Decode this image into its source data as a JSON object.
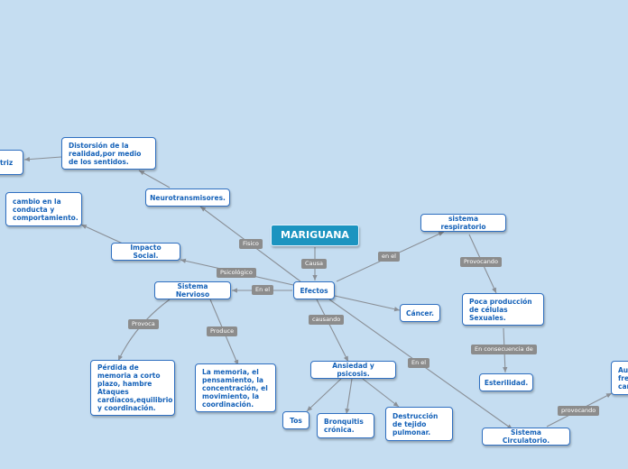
{
  "nodes": {
    "root": "MARIGUANA",
    "efectos": "Efectos",
    "neurotransmisores": "Neurotransmisores.",
    "distorsion": "Distorsión de la realidad,por medio de los sentidos.",
    "edge_left": "triz",
    "cambio": "cambio en la conducta y comportamiento.",
    "impacto": "Impacto Social.",
    "sistema_nervioso": "Sistema Nervioso",
    "perdida": "Pérdida de memoria a corto plazo, hambre Ataques cardíacos,equilibrio y coordinación.",
    "memoria": "La memoria, el pensamiento, la concentración, el movimiento, la coordinación.",
    "ansiedad": "Ansiedad y psicosis.",
    "tos": "Tos",
    "bronquitis": "Bronquitis crónica.",
    "destruccion": "Destrucción de tejido pulmonar.",
    "cancer": "Cáncer.",
    "respiratorio": "sistema respiratorio",
    "poca": "Poca producción de células Sexuales.",
    "esterilidad": "Esterilidad.",
    "circulatorio": "Sistema Circulatorio.",
    "edge_right": "Au fre car"
  },
  "labels": {
    "causa": "Causa",
    "fisico": "Fisico",
    "psicologico": "Psicológico",
    "en_el_1": "En el",
    "provoca": "Provoca",
    "produce": "Produce",
    "causando": "causando",
    "en_el_2": "en el",
    "en_el_3": "En el",
    "provocando_1": "Provocando",
    "en_consecuencia": "En consecuencia de",
    "provocando_2": "provocando"
  }
}
